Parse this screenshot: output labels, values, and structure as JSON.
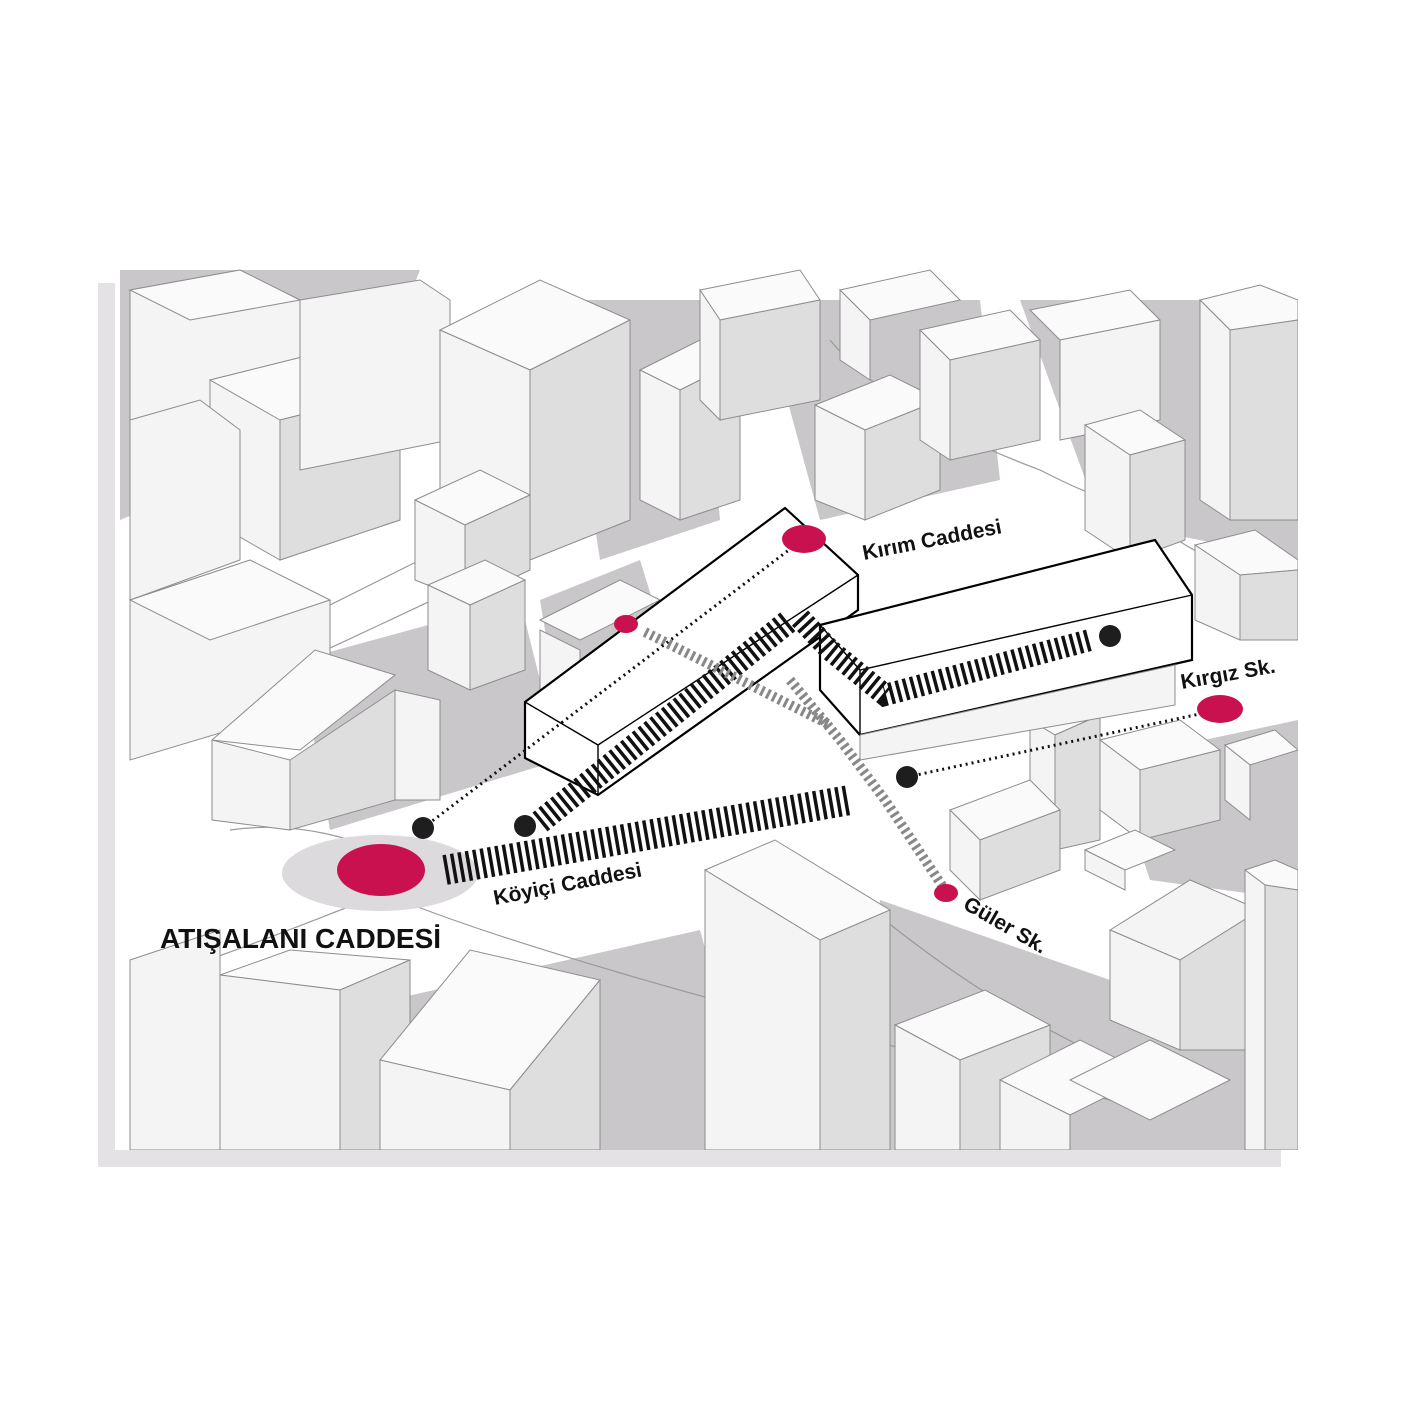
{
  "labels": {
    "atisalani": "ATIŞALANI CADDESİ",
    "koyici": "Köyiçi Caddesi",
    "kirim": "Kırım Caddesi",
    "kirgiz": "Kırgız Sk.",
    "guler": "Güler Sk."
  },
  "colors": {
    "accent": "#c8114e",
    "node": "#1e1e1e",
    "building_fill": "#f4f4f4",
    "shadow": "#c9c7c9"
  }
}
